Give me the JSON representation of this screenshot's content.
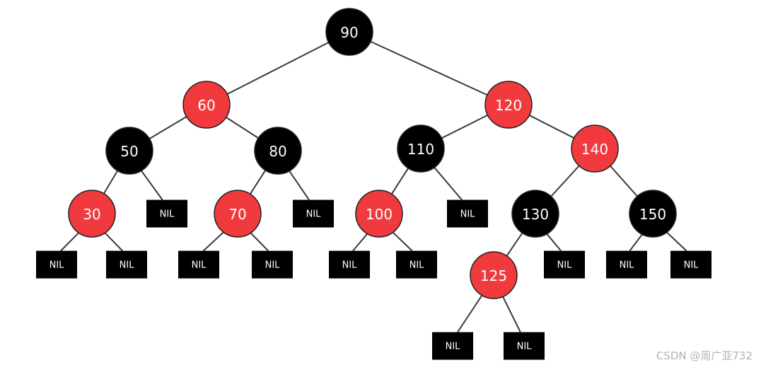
{
  "colors": {
    "red": "#f13a3d",
    "black": "#000000",
    "nil_fill": "#000000",
    "edge": "#3a3a3a",
    "text": "#ffffff",
    "watermark": "#b3b3b3"
  },
  "tree": {
    "nodes": [
      {
        "id": "n90",
        "label": "90",
        "color": "black"
      },
      {
        "id": "n60",
        "label": "60",
        "color": "red"
      },
      {
        "id": "n120",
        "label": "120",
        "color": "red"
      },
      {
        "id": "n50",
        "label": "50",
        "color": "black"
      },
      {
        "id": "n80",
        "label": "80",
        "color": "black"
      },
      {
        "id": "n110",
        "label": "110",
        "color": "black"
      },
      {
        "id": "n140",
        "label": "140",
        "color": "red"
      },
      {
        "id": "n30",
        "label": "30",
        "color": "red"
      },
      {
        "id": "nil_50r",
        "label": "NIL",
        "color": "nil"
      },
      {
        "id": "n70",
        "label": "70",
        "color": "red"
      },
      {
        "id": "nil_80r",
        "label": "NIL",
        "color": "nil"
      },
      {
        "id": "n100",
        "label": "100",
        "color": "red"
      },
      {
        "id": "nil_110r",
        "label": "NIL",
        "color": "nil"
      },
      {
        "id": "n130",
        "label": "130",
        "color": "black"
      },
      {
        "id": "n150",
        "label": "150",
        "color": "black"
      },
      {
        "id": "nil_30l",
        "label": "NIL",
        "color": "nil"
      },
      {
        "id": "nil_30r",
        "label": "NIL",
        "color": "nil"
      },
      {
        "id": "nil_70l",
        "label": "NIL",
        "color": "nil"
      },
      {
        "id": "nil_70r",
        "label": "NIL",
        "color": "nil"
      },
      {
        "id": "nil_100l",
        "label": "NIL",
        "color": "nil"
      },
      {
        "id": "nil_100r",
        "label": "NIL",
        "color": "nil"
      },
      {
        "id": "n125",
        "label": "125",
        "color": "red"
      },
      {
        "id": "nil_130r",
        "label": "NIL",
        "color": "nil"
      },
      {
        "id": "nil_150l",
        "label": "NIL",
        "color": "nil"
      },
      {
        "id": "nil_150r",
        "label": "NIL",
        "color": "nil"
      },
      {
        "id": "nil_125l",
        "label": "NIL",
        "color": "nil"
      },
      {
        "id": "nil_125r",
        "label": "NIL",
        "color": "nil"
      }
    ],
    "edges": [
      [
        "n90",
        "n60"
      ],
      [
        "n90",
        "n120"
      ],
      [
        "n60",
        "n50"
      ],
      [
        "n60",
        "n80"
      ],
      [
        "n120",
        "n110"
      ],
      [
        "n120",
        "n140"
      ],
      [
        "n50",
        "n30"
      ],
      [
        "n50",
        "nil_50r"
      ],
      [
        "n80",
        "n70"
      ],
      [
        "n80",
        "nil_80r"
      ],
      [
        "n110",
        "n100"
      ],
      [
        "n110",
        "nil_110r"
      ],
      [
        "n140",
        "n130"
      ],
      [
        "n140",
        "n150"
      ],
      [
        "n30",
        "nil_30l"
      ],
      [
        "n30",
        "nil_30r"
      ],
      [
        "n70",
        "nil_70l"
      ],
      [
        "n70",
        "nil_70r"
      ],
      [
        "n100",
        "nil_100l"
      ],
      [
        "n100",
        "nil_100r"
      ],
      [
        "n130",
        "n125"
      ],
      [
        "n130",
        "nil_130r"
      ],
      [
        "n150",
        "nil_150l"
      ],
      [
        "n150",
        "nil_150r"
      ],
      [
        "n125",
        "nil_125l"
      ],
      [
        "n125",
        "nil_125r"
      ]
    ]
  },
  "watermark": "CSDN @周广亚732"
}
